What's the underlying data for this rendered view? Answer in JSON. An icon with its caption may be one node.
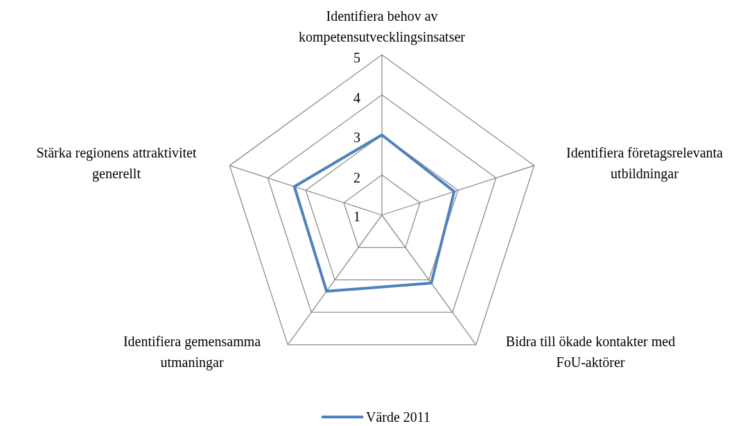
{
  "diagram": {
    "labels": [
      "Identifiera behov av kompetensutvecklingsinsatser",
      "5",
      "4",
      "3",
      "Stärka regionens attraktivitet generellt",
      "Identifiera företagsrelevanta utbildningar",
      "2",
      "1",
      "Identifiera gemensamma utmaningar",
      "Bidra till ökade kontakter med FoU-aktörer"
    ],
    "legend": [
      {
        "text": "Värde 2011"
      }
    ]
  }
}
